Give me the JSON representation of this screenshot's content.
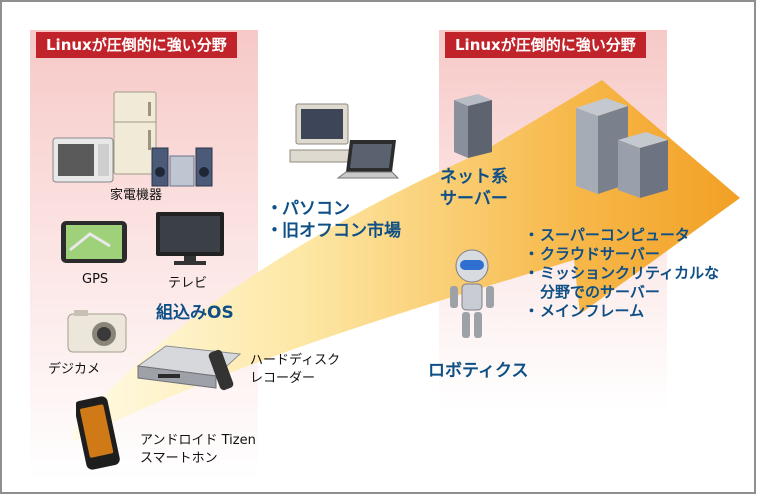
{
  "banners": {
    "left": "Linuxが圧倒的に強い分野",
    "right": "Linuxが圧倒的に強い分野"
  },
  "labels": {
    "appliances": "家電機器",
    "gps": "GPS",
    "tv": "テレビ",
    "camera": "デジカメ",
    "hdd_recorder": [
      "ハードディスク",
      "レコーダー"
    ],
    "smartphone": [
      "アンドロイド Tizen",
      "スマートホン"
    ]
  },
  "embedded": "組込みOS",
  "pc_list": [
    "パソコン",
    "旧オフコン市場"
  ],
  "net_server": [
    "ネット系",
    "サーバー"
  ],
  "robotics": "ロボティクス",
  "server_list": [
    "スーパーコンピュータ",
    "クラウドサーバー",
    "ミッションクリティカルな",
    "分野でのサーバー",
    "メインフレーム"
  ],
  "colors": {
    "banner": "#c0242a",
    "accent_text": "#0e4f86",
    "arrow_light": "#fff4cc",
    "arrow_dark": "#f3a72c",
    "zone": "#f6c9c7"
  },
  "icons": [
    "microwave-icon",
    "refrigerator-icon",
    "stereo-icon",
    "gps-icon",
    "tv-icon",
    "camera-icon",
    "hdd-recorder-icon",
    "remote-icon",
    "smartphone-icon",
    "desktop-pc-icon",
    "laptop-icon",
    "server-tower-icon",
    "supercomputer-icon",
    "robot-icon"
  ]
}
